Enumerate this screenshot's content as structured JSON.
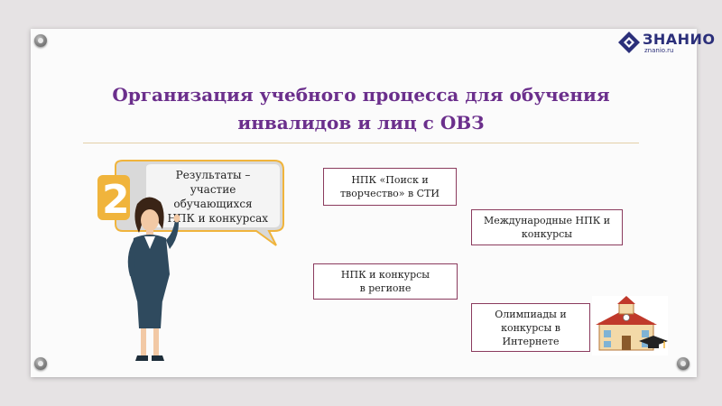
{
  "brand": {
    "name": "ЗНАНИО",
    "site": "znanio.ru"
  },
  "title": {
    "line1": "Организация учебного процесса для обучения",
    "line2": "инвалидов и лиц с ОВЗ"
  },
  "bubble": {
    "number": "2",
    "lines": [
      "Результаты –",
      "участие",
      "обучающихся",
      "в НПК и конкурсах"
    ]
  },
  "boxes": [
    {
      "lines": [
        "НПК «Поиск и",
        "творчество» в СТИ"
      ]
    },
    {
      "lines": [
        "Международные НПК и",
        "конкурсы"
      ]
    },
    {
      "lines": [
        "НПК и конкурсы",
        "в регионе"
      ]
    },
    {
      "lines": [
        "Олимпиады и",
        "конкурсы в",
        "Интернете"
      ]
    }
  ],
  "colors": {
    "title": "#6b2f8c",
    "box_border": "#8b3b5e",
    "accent": "#f0b43c"
  },
  "icons": [
    "thumbtack-icon",
    "znanio-logo-icon",
    "teacher-illustration",
    "school-building-icon",
    "graduation-cap-icon"
  ]
}
